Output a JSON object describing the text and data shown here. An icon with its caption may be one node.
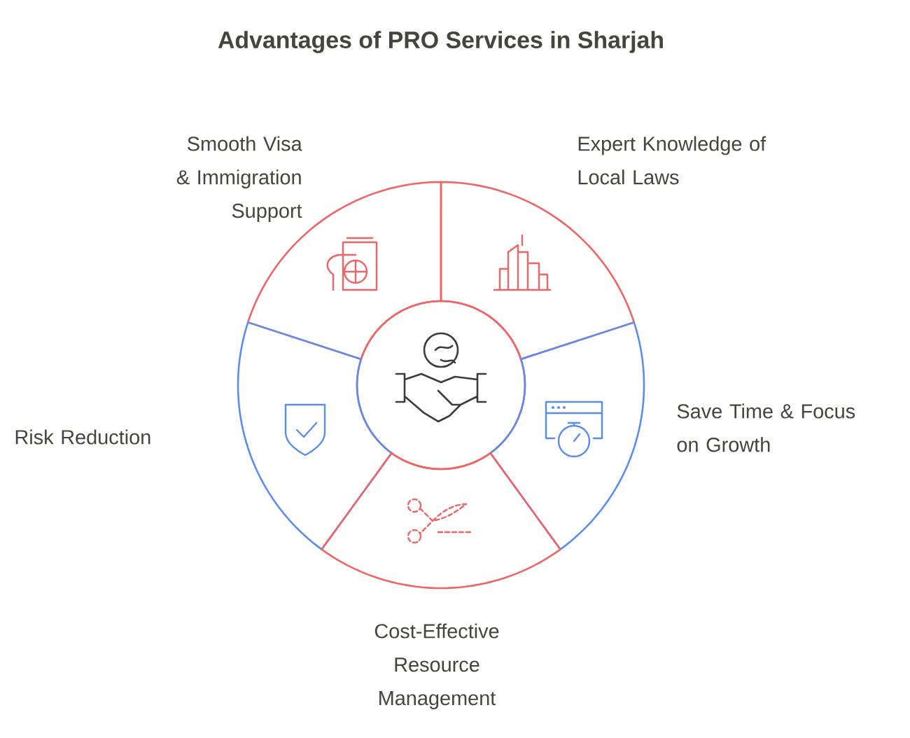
{
  "diagram": {
    "title": "Advantages of PRO Services in Sharjah",
    "nodes": [
      {
        "text": [],
        "shape": "circle"
      },
      {
        "text": [
          "Smooth Visa & Immigration Support"
        ]
      },
      {
        "text": [
          "Expert Knowledge of Local Laws"
        ]
      },
      {
        "text": [
          "Risk Reduction"
        ]
      },
      {
        "text": [
          "Save Time & Focus on Growth"
        ]
      },
      {
        "text": [
          "Cost-Effective Resource Management"
        ]
      }
    ]
  }
}
